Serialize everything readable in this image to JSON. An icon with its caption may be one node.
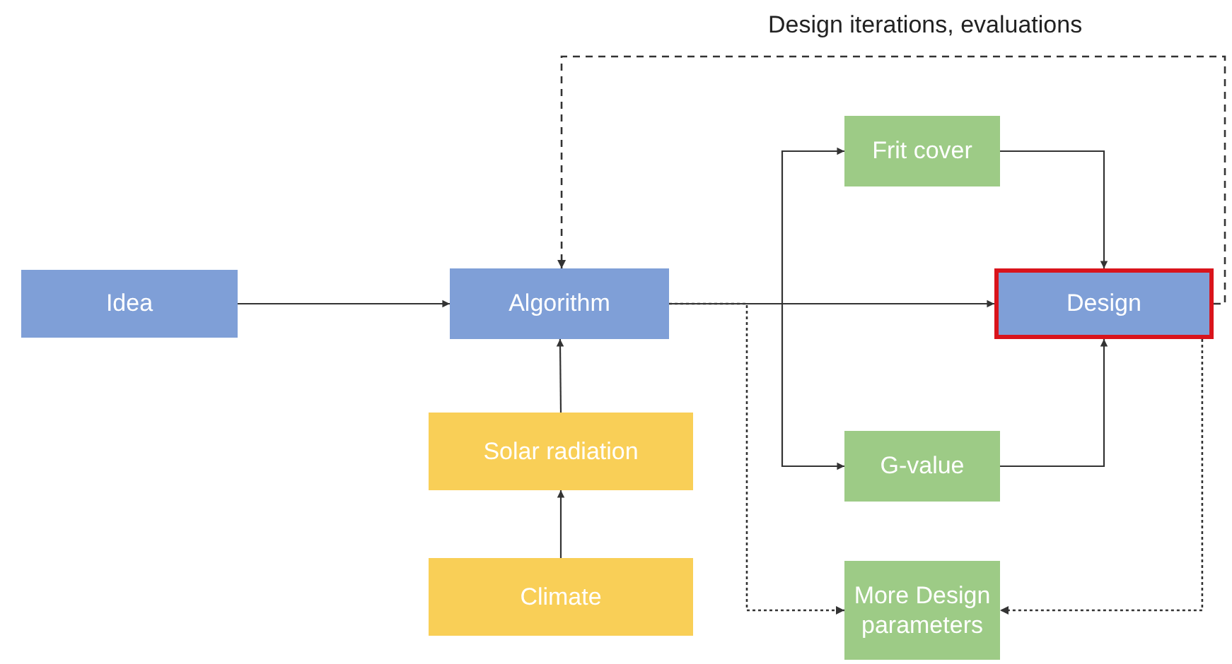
{
  "diagram": {
    "nodes": [
      {
        "text": [
          "Idea"
        ]
      },
      {
        "text": [
          "Algorithm"
        ]
      },
      {
        "text": [
          "Frit cover"
        ]
      },
      {
        "text": [
          "Design"
        ]
      },
      {
        "text": [
          "G-value"
        ]
      },
      {
        "text": [
          "Solar radiation"
        ]
      },
      {
        "text": [
          "Climate"
        ]
      },
      {
        "text": [
          "More Design parameters"
        ]
      }
    ],
    "edges": [
      {
        "from": 0,
        "to": 1,
        "arrow": "to"
      },
      {
        "from": 1,
        "to": 3,
        "arrow": "to"
      },
      {
        "from": 1,
        "to": 2,
        "arrow": "to"
      },
      {
        "from": 1,
        "to": 4,
        "arrow": "to"
      },
      {
        "from": 2,
        "to": 3,
        "arrow": "to"
      },
      {
        "from": 4,
        "to": 3,
        "arrow": "to"
      },
      {
        "from": 5,
        "to": 1,
        "arrow": "to"
      },
      {
        "from": 6,
        "to": 5,
        "arrow": "to"
      },
      {
        "from": 1,
        "to": 7,
        "arrow": "to",
        "style": "dashed"
      },
      {
        "from": 3,
        "to": 7,
        "arrow": "to",
        "style": "dashed"
      },
      {
        "from": 3,
        "to": 1,
        "arrow": "to",
        "style": "dashed",
        "label": "Design iterations, evaluations"
      }
    ]
  }
}
